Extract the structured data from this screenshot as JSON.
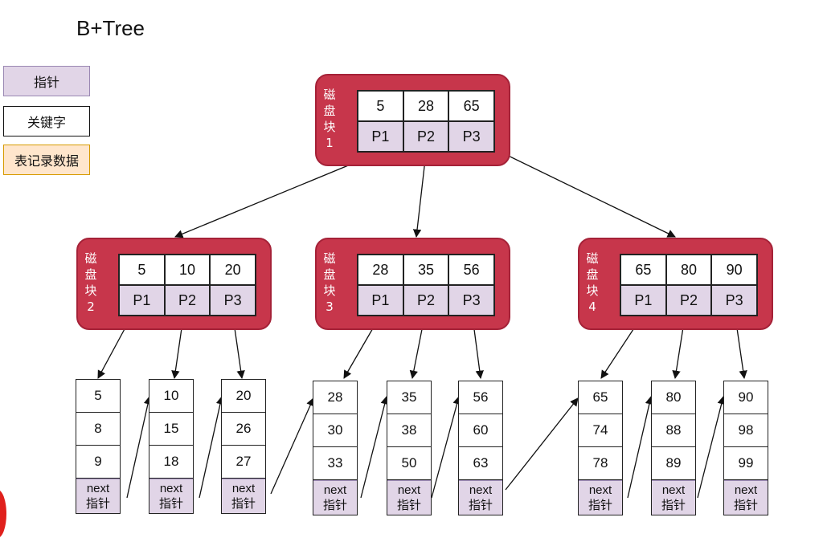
{
  "title": "B+Tree",
  "legend": {
    "pointer": "指针",
    "key": "关键字",
    "record": "表记录数据"
  },
  "colors": {
    "block_fill": "#c7364b",
    "pointer_fill": "#e1d5e7",
    "record_fill": "#ffe6cc"
  },
  "blocks": [
    {
      "label": [
        "磁",
        "盘",
        "块",
        "1"
      ],
      "keys": [
        "5",
        "28",
        "65"
      ],
      "pointers": [
        "P1",
        "P2",
        "P3"
      ]
    },
    {
      "label": [
        "磁",
        "盘",
        "块",
        "2"
      ],
      "keys": [
        "5",
        "10",
        "20"
      ],
      "pointers": [
        "P1",
        "P2",
        "P3"
      ]
    },
    {
      "label": [
        "磁",
        "盘",
        "块",
        "3"
      ],
      "keys": [
        "28",
        "35",
        "56"
      ],
      "pointers": [
        "P1",
        "P2",
        "P3"
      ]
    },
    {
      "label": [
        "磁",
        "盘",
        "块",
        "4"
      ],
      "keys": [
        "65",
        "80",
        "90"
      ],
      "pointers": [
        "P1",
        "P2",
        "P3"
      ]
    }
  ],
  "leaves": [
    {
      "keys": [
        "5",
        "8",
        "9"
      ],
      "next": [
        "next",
        "指针"
      ]
    },
    {
      "keys": [
        "10",
        "15",
        "18"
      ],
      "next": [
        "next",
        "指针"
      ]
    },
    {
      "keys": [
        "20",
        "26",
        "27"
      ],
      "next": [
        "next",
        "指针"
      ]
    },
    {
      "keys": [
        "28",
        "30",
        "33"
      ],
      "next": [
        "next",
        "指针"
      ]
    },
    {
      "keys": [
        "35",
        "38",
        "50"
      ],
      "next": [
        "next",
        "指针"
      ]
    },
    {
      "keys": [
        "56",
        "60",
        "63"
      ],
      "next": [
        "next",
        "指针"
      ]
    },
    {
      "keys": [
        "65",
        "74",
        "78"
      ],
      "next": [
        "next",
        "指针"
      ]
    },
    {
      "keys": [
        "80",
        "88",
        "89"
      ],
      "next": [
        "next",
        "指针"
      ]
    },
    {
      "keys": [
        "90",
        "98",
        "99"
      ],
      "next": [
        "next",
        "指针"
      ]
    }
  ]
}
